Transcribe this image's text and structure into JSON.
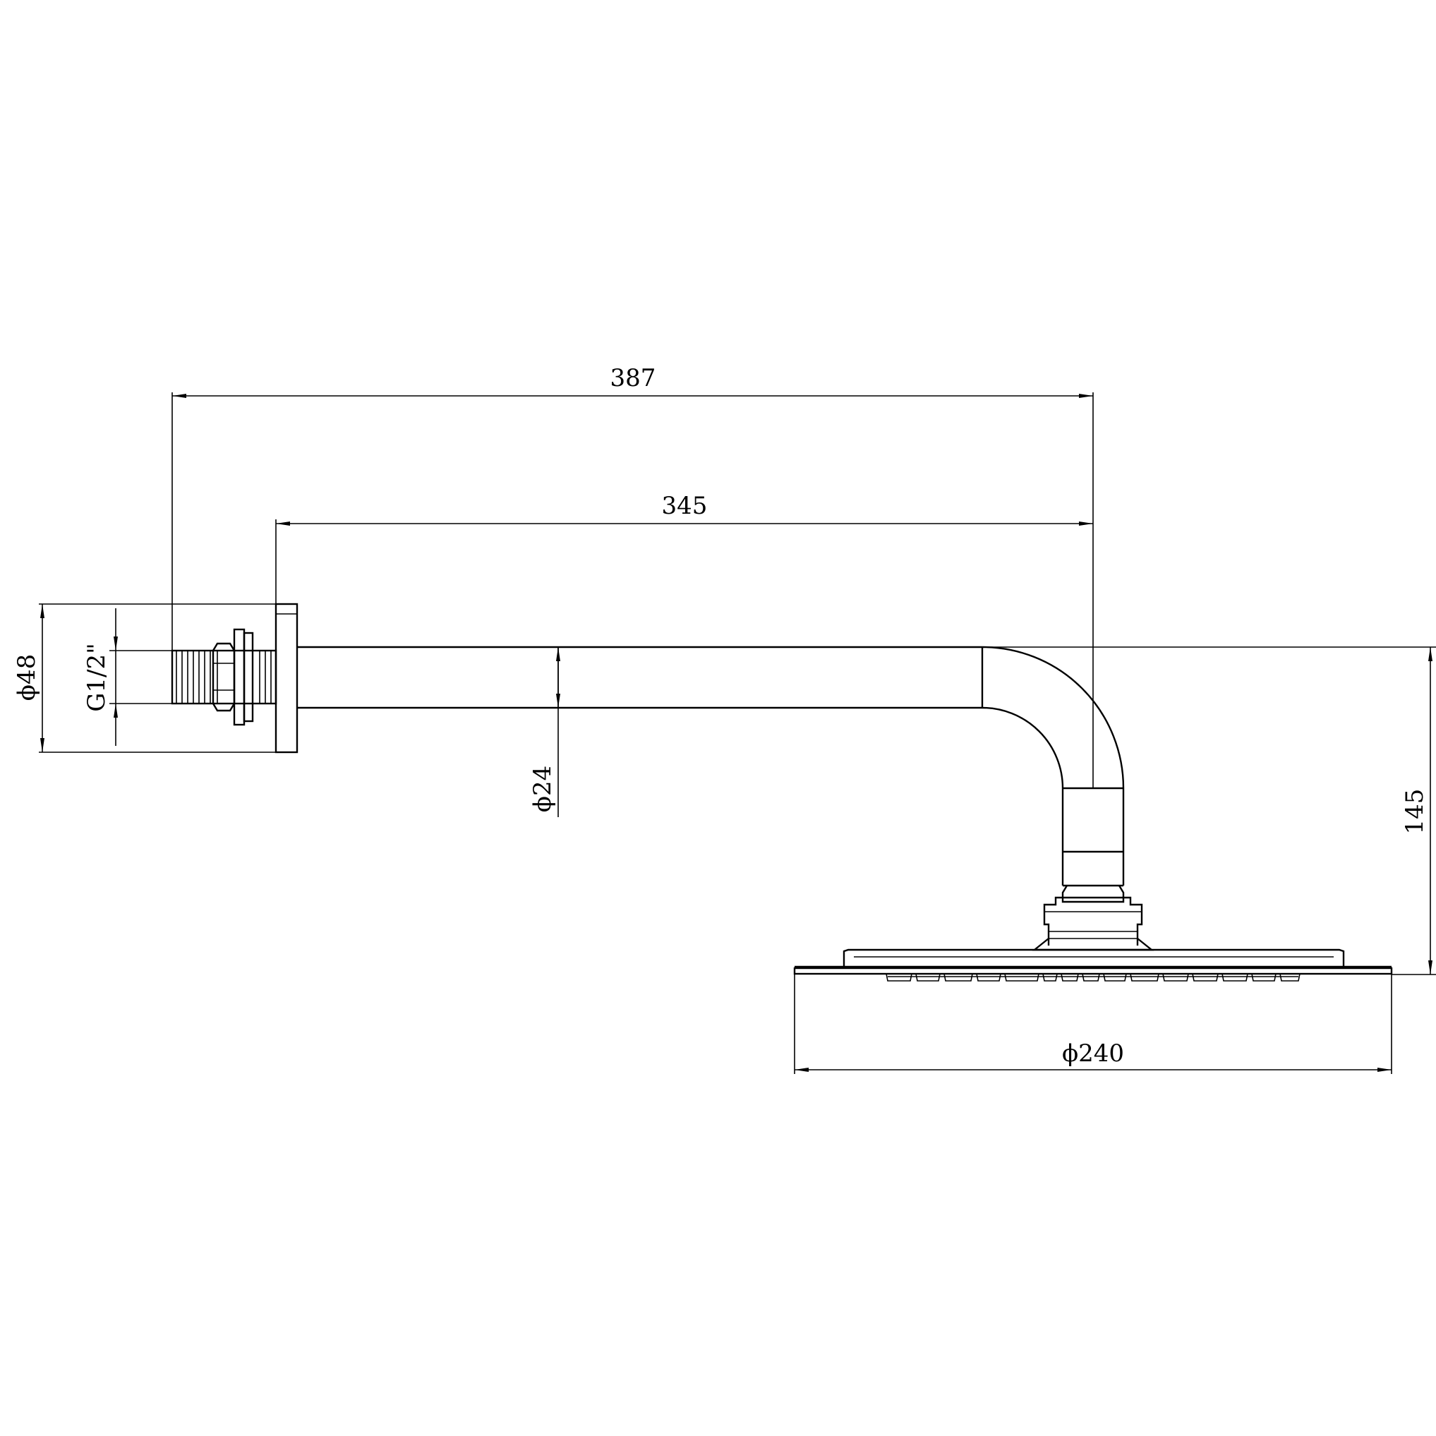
{
  "dimensions": {
    "overall_length": "387",
    "arm_length": "345",
    "flange_diameter": "ϕ48",
    "thread": "G1/2\"",
    "arm_diameter": "ϕ24",
    "drop_height": "145",
    "head_diameter": "ϕ240"
  }
}
